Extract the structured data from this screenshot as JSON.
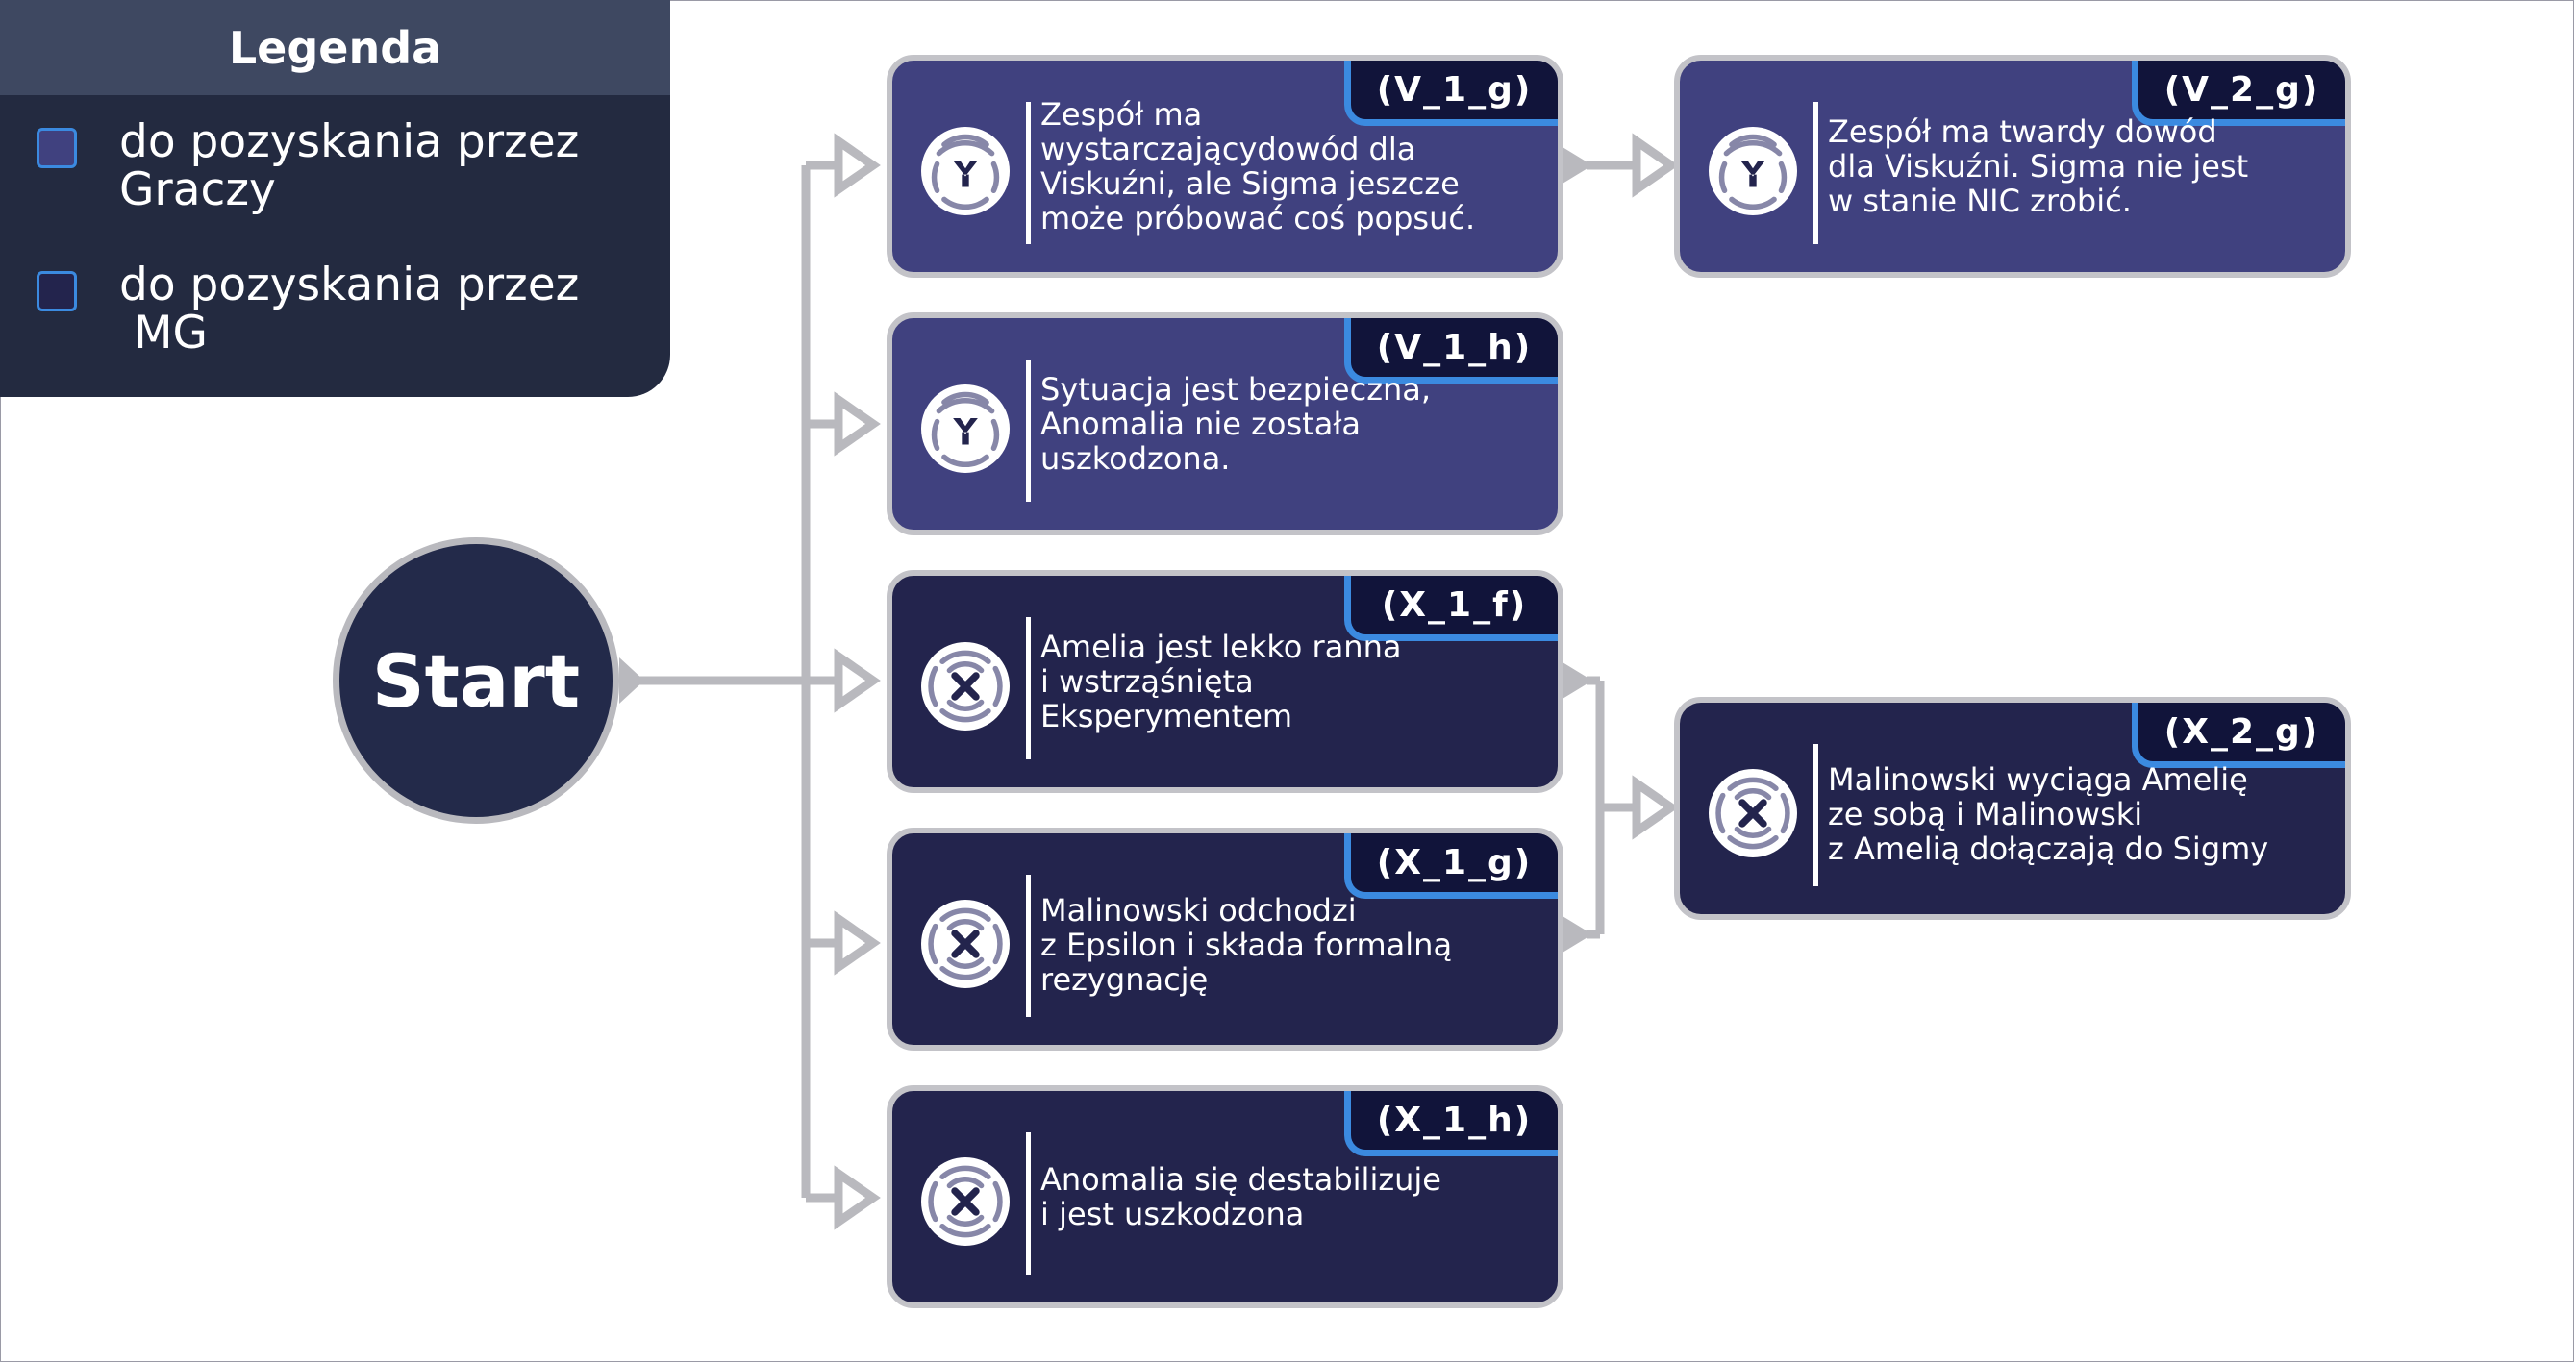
{
  "legend": {
    "title": "Legenda",
    "items": [
      {
        "label": "do pozyskania przez\nGraczy",
        "color": "#40417f"
      },
      {
        "label": "do pozyskania przez\n MG",
        "color": "#23244d"
      }
    ]
  },
  "start": {
    "label": "Start"
  },
  "colors": {
    "players_card": "#40417f",
    "mg_card": "#23244d",
    "accent": "#3b8ae0",
    "connector": "#b9b9be"
  },
  "cards": {
    "v1g": {
      "tag": "(V_1_g)",
      "icon": "v-icon",
      "text": "Zespół ma\nwystarczającydowód dla\nViskuźni, ale Sigma jeszcze\nmoże próbować coś popsuć."
    },
    "v2g": {
      "tag": "(V_2_g)",
      "icon": "v-icon",
      "text": "Zespół ma twardy dowód\ndla Viskuźni. Sigma nie jest\nw stanie NIC zrobić."
    },
    "v1h": {
      "tag": "(V_1_h)",
      "icon": "v-icon",
      "text": "Sytuacja jest bezpieczna,\nAnomalia nie została\nuszkodzona."
    },
    "x1f": {
      "tag": "(X_1_f)",
      "icon": "x-icon",
      "text": "Amelia jest lekko ranna\ni wstrząśnięta\nEksperymentem"
    },
    "x2g": {
      "tag": "(X_2_g)",
      "icon": "x-icon",
      "text": "Malinowski wyciąga Amelię\nze sobą i Malinowski\nz Amelią dołączają do Sigmy"
    },
    "x1g": {
      "tag": "(X_1_g)",
      "icon": "x-icon",
      "text": "Malinowski odchodzi\nz Epsilon i składa formalną\nrezygnację"
    },
    "x1h": {
      "tag": "(X_1_h)",
      "icon": "x-icon",
      "text": "Anomalia się destabilizuje\ni jest uszkodzona"
    }
  }
}
